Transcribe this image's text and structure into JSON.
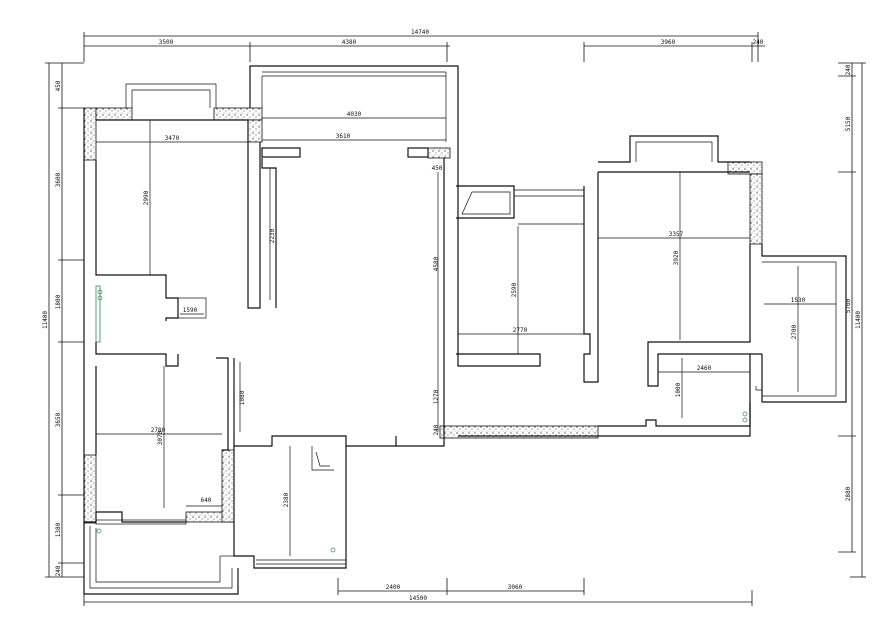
{
  "colors": {
    "line": "#111111",
    "background": "#ffffff",
    "accent": "#2e8b57"
  },
  "dimensions": {
    "top_total": "14740",
    "top_seg1": "3500",
    "top_seg2": "4380",
    "top_seg3": "3960",
    "top_seg4": "240",
    "bottom_total": "14500",
    "bottom_seg1": "2400",
    "bottom_seg2": "3060",
    "left_total": "11400",
    "left_seg1": "450",
    "left_seg2": "3600",
    "left_seg3": "1800",
    "left_seg4": "3650",
    "left_seg5": "1380",
    "left_seg6": "240",
    "right_total": "11400",
    "right_seg1": "240",
    "right_seg2": "5150",
    "right_seg3": "5700",
    "right_seg4": "2880"
  },
  "rooms": {
    "nw_width": "3470",
    "nw_height": "2990",
    "upper_bar": "4030",
    "hall_width": "3610",
    "hall_height": "2230",
    "small_a": "450",
    "door_a": "1590",
    "mid_west_w": "2780",
    "mid_west_h": "3070",
    "tiny_b": "640",
    "entry_h": "1080",
    "bath_h": "2380",
    "center_h": "4580",
    "bed_mid_h": "2590",
    "bed_mid_w": "2770",
    "big_east_w": "3357",
    "big_east_h": "3920",
    "east_balc_w": "1530",
    "east_balc_h": "2700",
    "lower_east_w": "2460",
    "lower_east_h": "1000",
    "low_mid": "1270",
    "low_mid2": "240"
  }
}
